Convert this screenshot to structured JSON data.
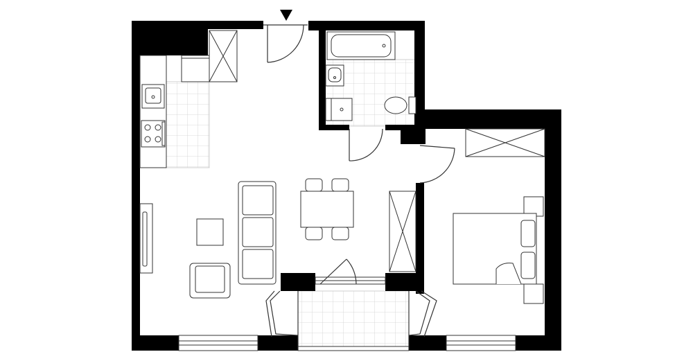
{
  "plan": {
    "entrance_marker": "entrance-arrow",
    "colors": {
      "wall": "#000000",
      "line": "#333333",
      "tile": "#cfcfcf",
      "background": "#ffffff"
    },
    "rooms": [
      "living-kitchen",
      "bathroom",
      "bedroom",
      "hall",
      "balcony"
    ],
    "furniture": [
      "kitchen-counter",
      "sink",
      "stove",
      "fridge",
      "sofa",
      "armchair",
      "coffee-table",
      "dining-table",
      "dining-chairs",
      "bathtub",
      "washbasin",
      "washing-machine",
      "toilet",
      "double-bed",
      "nightstands",
      "wardrobe",
      "radiator"
    ]
  }
}
